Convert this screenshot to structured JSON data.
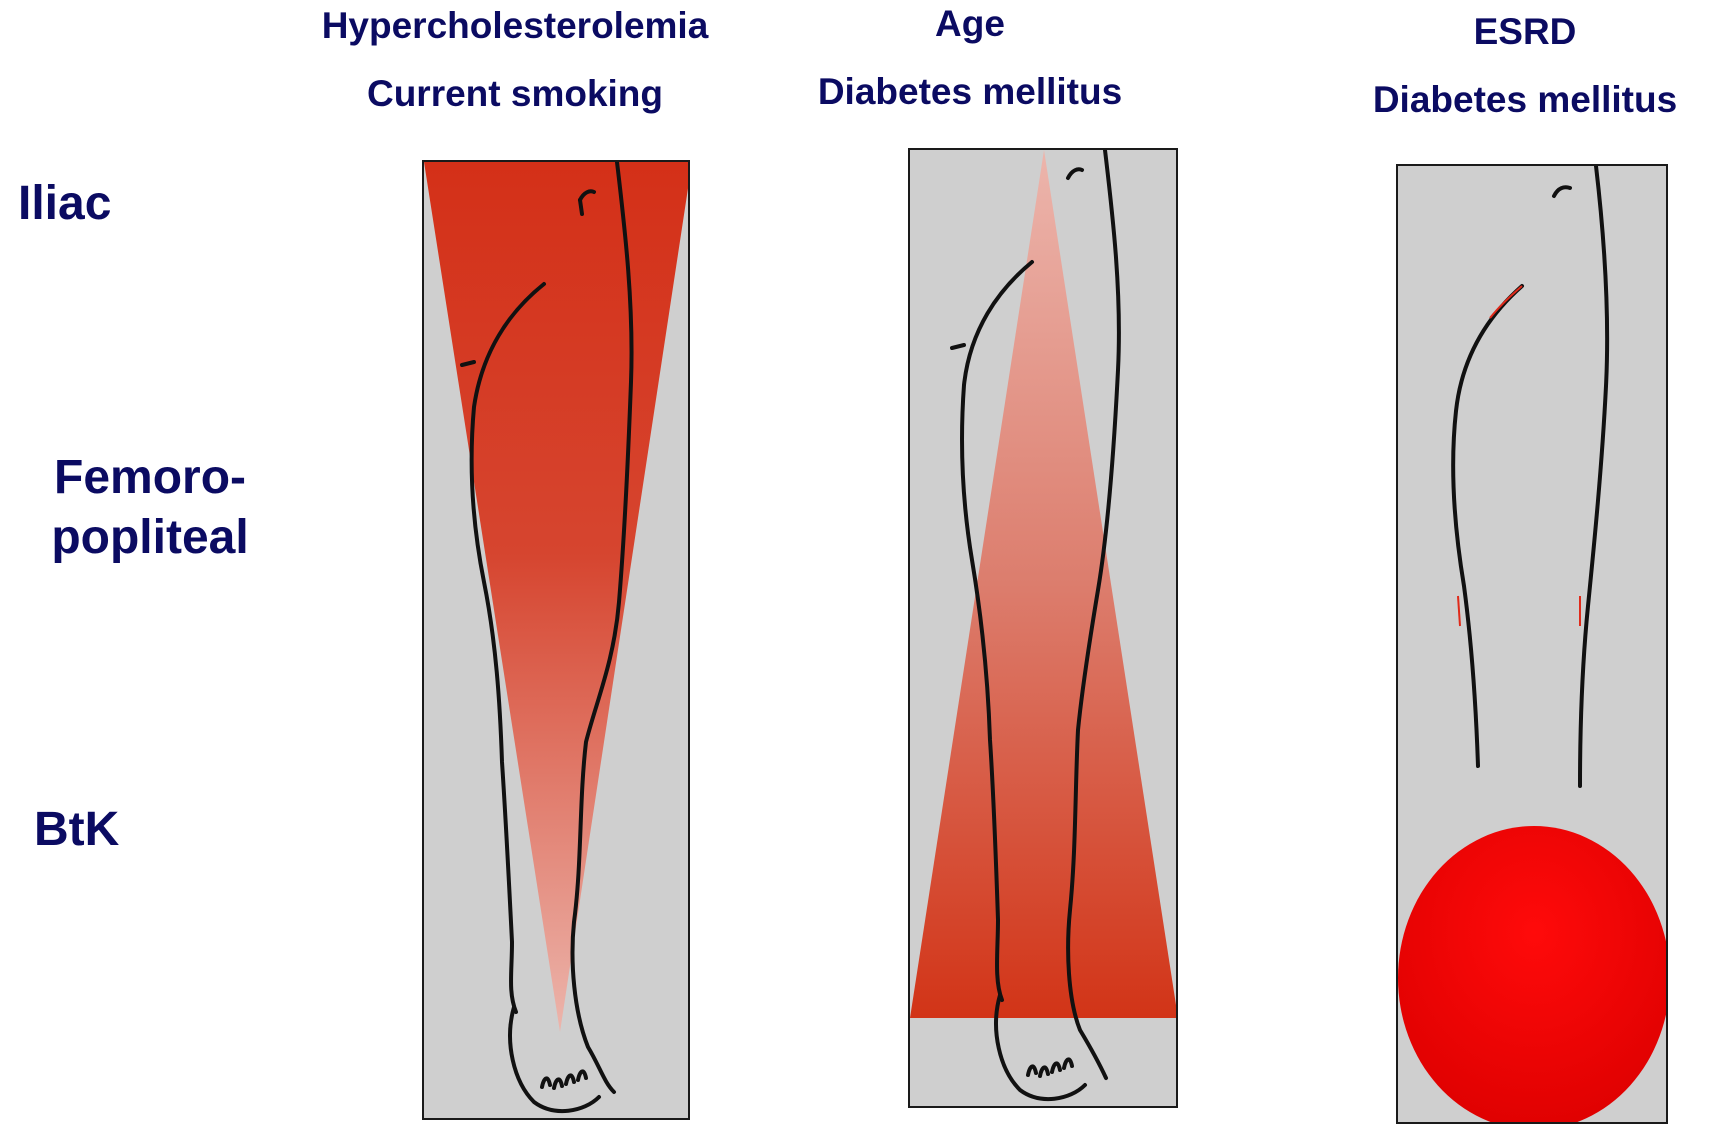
{
  "columns": [
    {
      "header_line1": "Hypercholesterolemia",
      "header_line2": "Current smoking"
    },
    {
      "header_line1": "Age",
      "header_line2": "Diabetes mellitus"
    },
    {
      "header_line1": "ESRD",
      "header_line2": "Diabetes mellitus"
    }
  ],
  "rows": [
    {
      "label": "Iliac"
    },
    {
      "label_line1": "Femoro-",
      "label_line2": "popliteal"
    },
    {
      "label": "BtK"
    }
  ],
  "colors": {
    "text": "#0b0b62",
    "panel_bg": "#cfcfcf",
    "disease_red": "#d43018",
    "focal_red": "#ff0000",
    "vessel_line": "#111111"
  },
  "icons": [
    "leg-artery-outline",
    "disease-distribution-inverted-triangle",
    "disease-distribution-triangle",
    "disease-focus-circle"
  ]
}
